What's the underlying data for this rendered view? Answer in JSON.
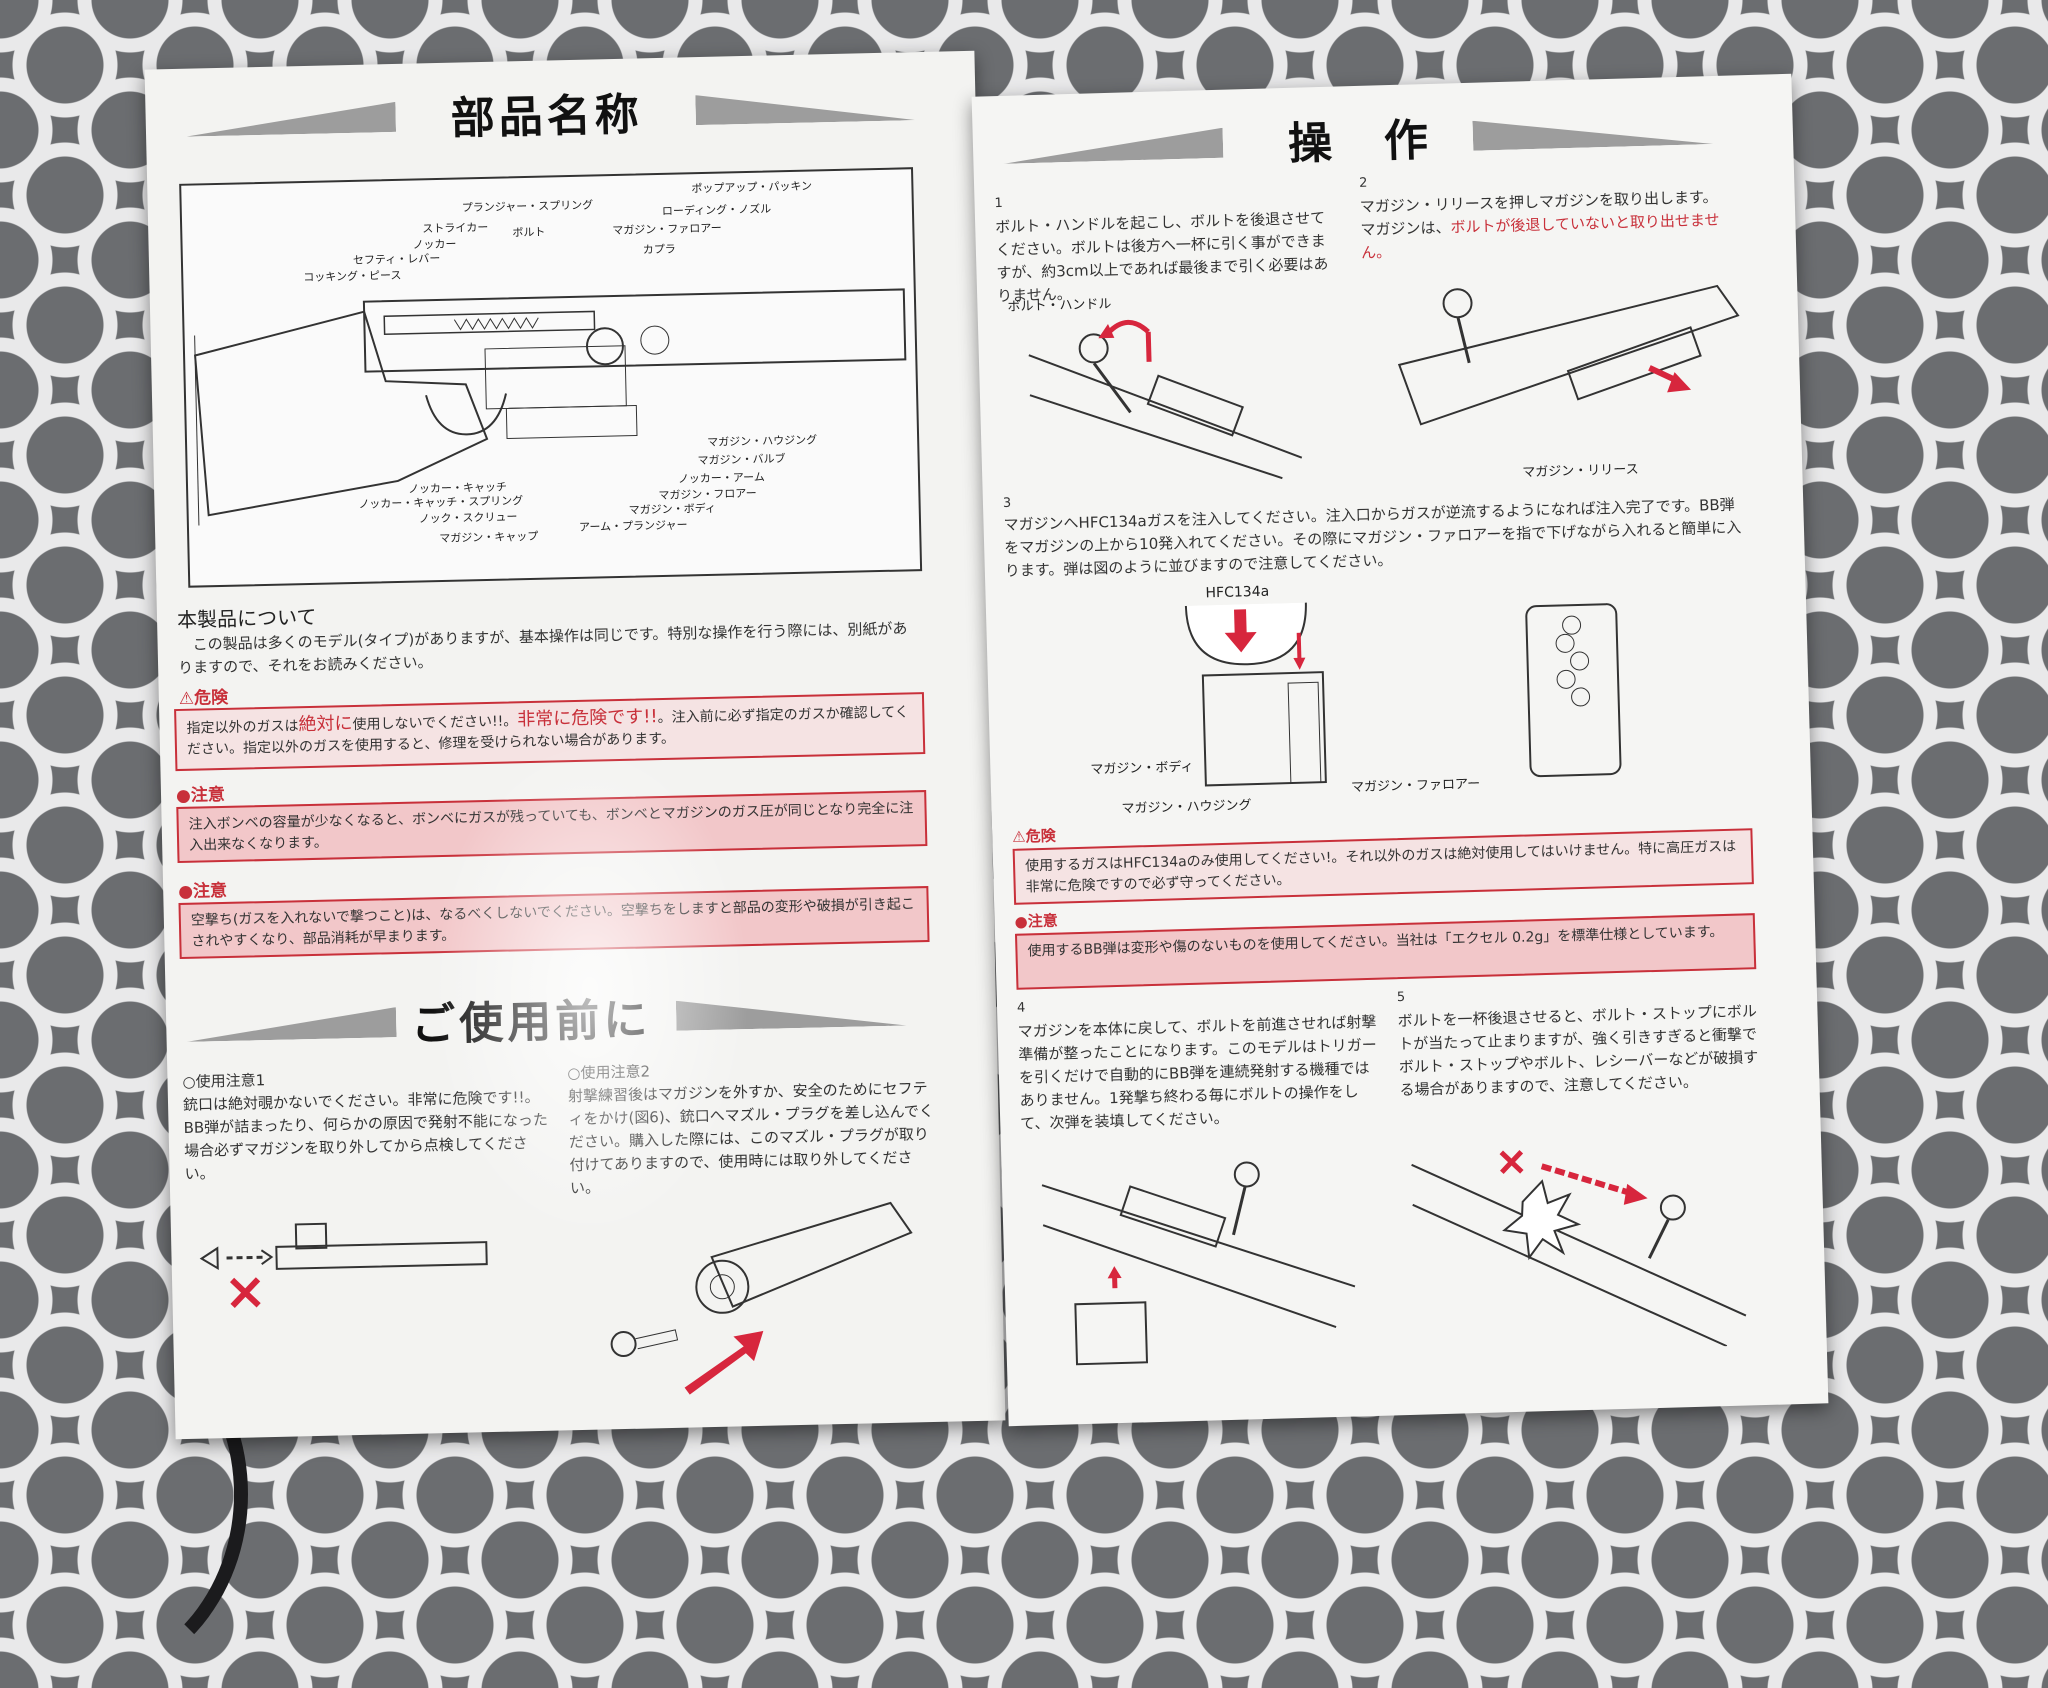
{
  "left": {
    "title": "部品名称",
    "parts": {
      "popup_packing": "ポップアップ・パッキン",
      "plunger_spring": "プランジャー・スプリング",
      "loading_nozzle": "ローディング・ノズル",
      "striker": "ストライカー",
      "bolt": "ボルト",
      "magazine_follower": "マガジン・ファロアー",
      "knocker": "ノッカー",
      "safety_lever": "セフティ・レバー",
      "hop": "カプラ",
      "cocking_piece": "コッキング・ピース",
      "magazine_housing": "マガジン・ハウジング",
      "magazine_valve": "マガジン・バルブ",
      "knocker_arm": "ノッカー・アーム",
      "knocker_catch": "ノッカー・キャッチ",
      "magazine_floor": "マガジン・フロアー",
      "knocker_catch_spring": "ノッカー・キャッチ・スプリング",
      "magazine_body": "マガジン・ボディ",
      "knock_screw": "ノック・スクリュー",
      "arm_plunger": "アーム・プランジャー",
      "magazine_cap": "マガジン・キャップ"
    },
    "about_heading": "本製品について",
    "about_text": "この製品は多くのモデル(タイプ)がありますが、基本操作は同じです。特別な操作を行う際には、別紙がありますので、それをお読みください。",
    "danger_label": "⚠危険",
    "danger_text_1": "指定以外のガスは",
    "danger_text_2": "絶対に",
    "danger_text_3": "使用しないでください!!。",
    "danger_text_4": "非常に危険です!!",
    "danger_text_5": "。注入前に必ず指定のガスか確認してください。指定以外のガスを使用すると、修理を受けられない場合があります。",
    "caution1_label": "●注意",
    "caution1_text": "注入ボンベの容量が少なくなると、ボンベにガスが残っていても、ボンベとマガジンのガス圧が同じとなり完全に注入出来なくなります。",
    "caution2_label": "●注意",
    "caution2_text": "空撃ち(ガスを入れないで撃つこと)は、なるべくしないでください。空撃ちをしますと部品の変形や破損が引き起こされやすくなり、部品消耗が早まります。",
    "before_use_title": "ご使用前に",
    "usage1_title": "○使用注意1",
    "usage1_text": "銃口は絶対覗かないでください。非常に危険です!!。BB弾が詰まったり、何らかの原因で発射不能になった場合必ずマガジンを取り外してから点検してください。",
    "usage2_title": "○使用注意2",
    "usage2_text": "射撃練習後はマガジンを外すか、安全のためにセフティをかけ(図6)、銃口へマズル・プラグを差し込んでください。購入した際には、このマズル・プラグが取り付けてありますので、使用時には取り外してください。"
  },
  "right": {
    "title": "操　作",
    "step1_num": "1",
    "step1_text": "ボルト・ハンドルを起こし、ボルトを後退させてください。ボルトは後方へ一杯に引く事ができますが、約3cm以上であれば最後まで引く必要はありません。",
    "step1_label": "ボルト・ハンドル",
    "step2_num": "2",
    "step2_text_a": "マガジン・リリースを押しマガジンを取り出します。マガジンは、",
    "step2_text_b": "ボルトが後退していないと取り出せません。",
    "step2_label": "マガジン・リリース",
    "step3_num": "3",
    "step3_text": "マガジンへHFC134aガスを注入してください。注入口からガスが逆流するようになれば注入完了です。BB弾をマガジンの上から10発入れてください。その際にマガジン・ファロアーを指で下げながら入れると簡単に入ります。弾は図のように並びますので注意してください。",
    "gas_label": "HFC134a",
    "mag_body_label": "マガジン・ボディ",
    "mag_housing_label": "マガジン・ハウジング",
    "mag_follower_label": "マガジン・ファロアー",
    "warn1_label": "⚠危険",
    "warn1_text": "使用するガスはHFC134aのみ使用してください!。それ以外のガスは絶対使用してはいけません。特に高圧ガスは非常に危険ですので必ず守ってください。",
    "warn2_label": "●注意",
    "warn2_text": "使用するBB弾は変形や傷のないものを使用してください。当社は「エクセル 0.2g」を標準仕様としています。",
    "step4_num": "4",
    "step4_text": "マガジンを本体に戻して、ボルトを前進させれば射撃準備が整ったことになります。このモデルはトリガーを引くだけで自動的にBB弾を連続発射する機種ではありません。1発撃ち終わる毎にボルトの操作をして、次弾を装填してください。",
    "step5_num": "5",
    "step5_text": "ボルトを一杯後退させると、ボルト・ストップにボルトが当たって止まりますが、強く引きすぎると衝撃でボルト・ストップやボルト、レシーバーなどが破損する場合がありますので、注意してください。"
  }
}
